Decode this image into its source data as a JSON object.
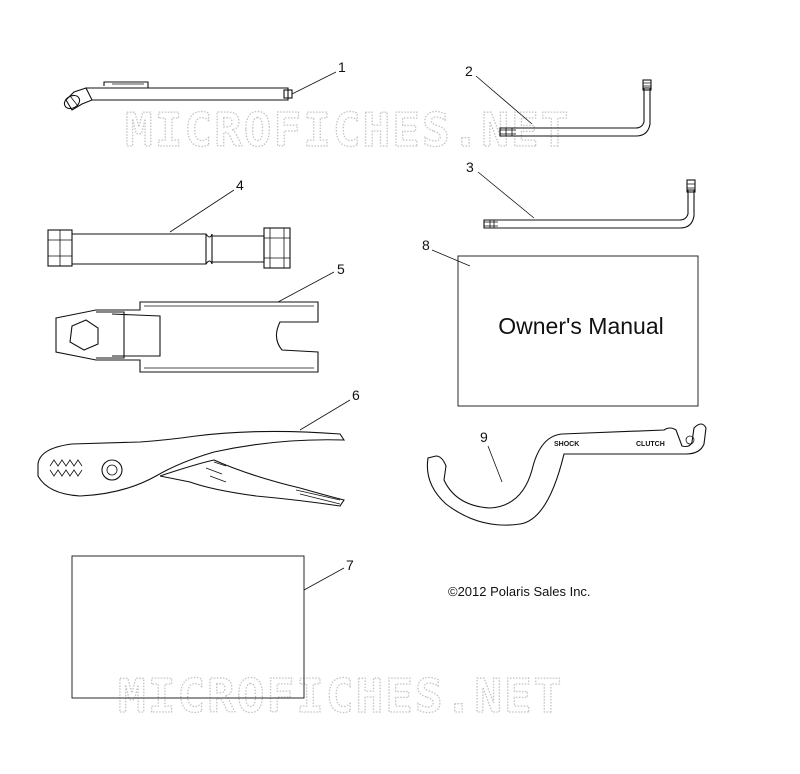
{
  "watermark": "MICROFICHES.NET",
  "callouts": [
    "1",
    "2",
    "3",
    "4",
    "5",
    "6",
    "7",
    "8",
    "9"
  ],
  "manual_label": "Owner's Manual",
  "wrench_labels": {
    "shock": "SHOCK",
    "clutch": "CLUTCH"
  },
  "copyright": "©2012 Polaris Sales Inc."
}
